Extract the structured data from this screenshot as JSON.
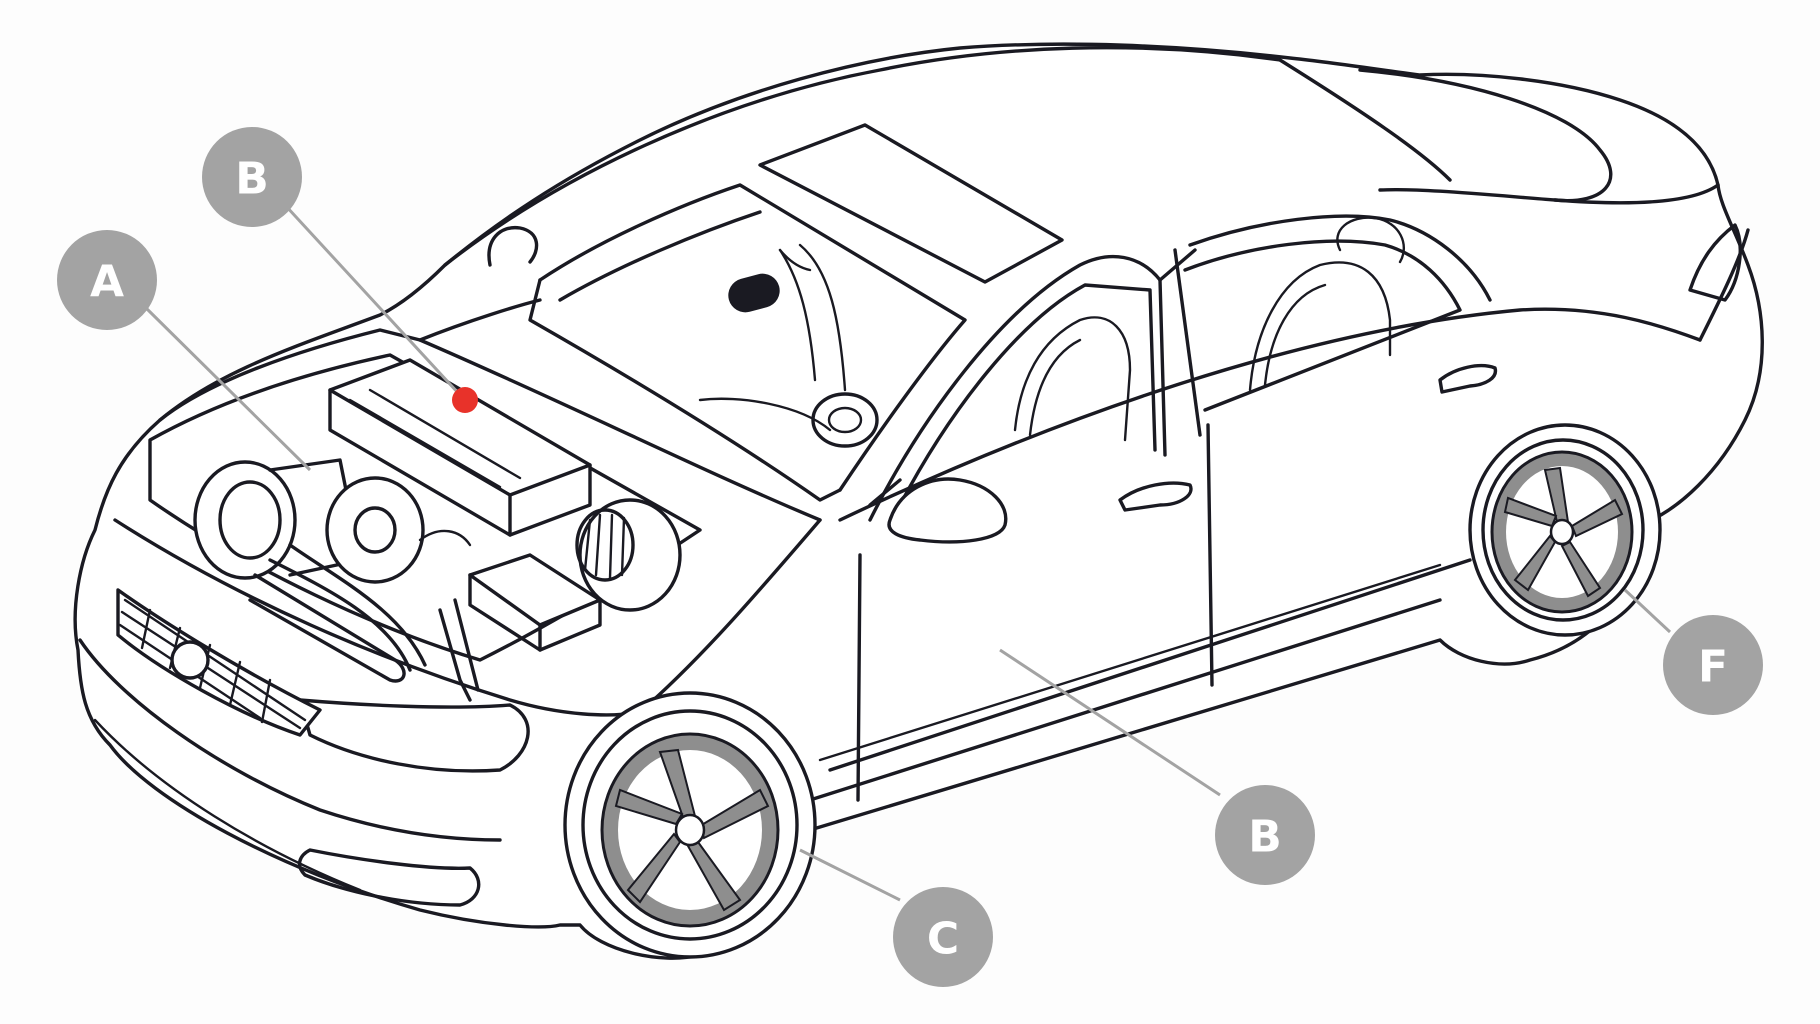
{
  "diagram": {
    "colors": {
      "line": "#1a1a22",
      "callout": "#a3a3a3",
      "callout_text": "#ffffff",
      "marker": "#e8322a",
      "wheel": "#8e8e8e"
    },
    "callouts": [
      {
        "id": "callout-a",
        "label": "A"
      },
      {
        "id": "callout-b-top",
        "label": "B"
      },
      {
        "id": "callout-b-side",
        "label": "B"
      },
      {
        "id": "callout-c",
        "label": "C"
      },
      {
        "id": "callout-f",
        "label": "F"
      }
    ]
  }
}
